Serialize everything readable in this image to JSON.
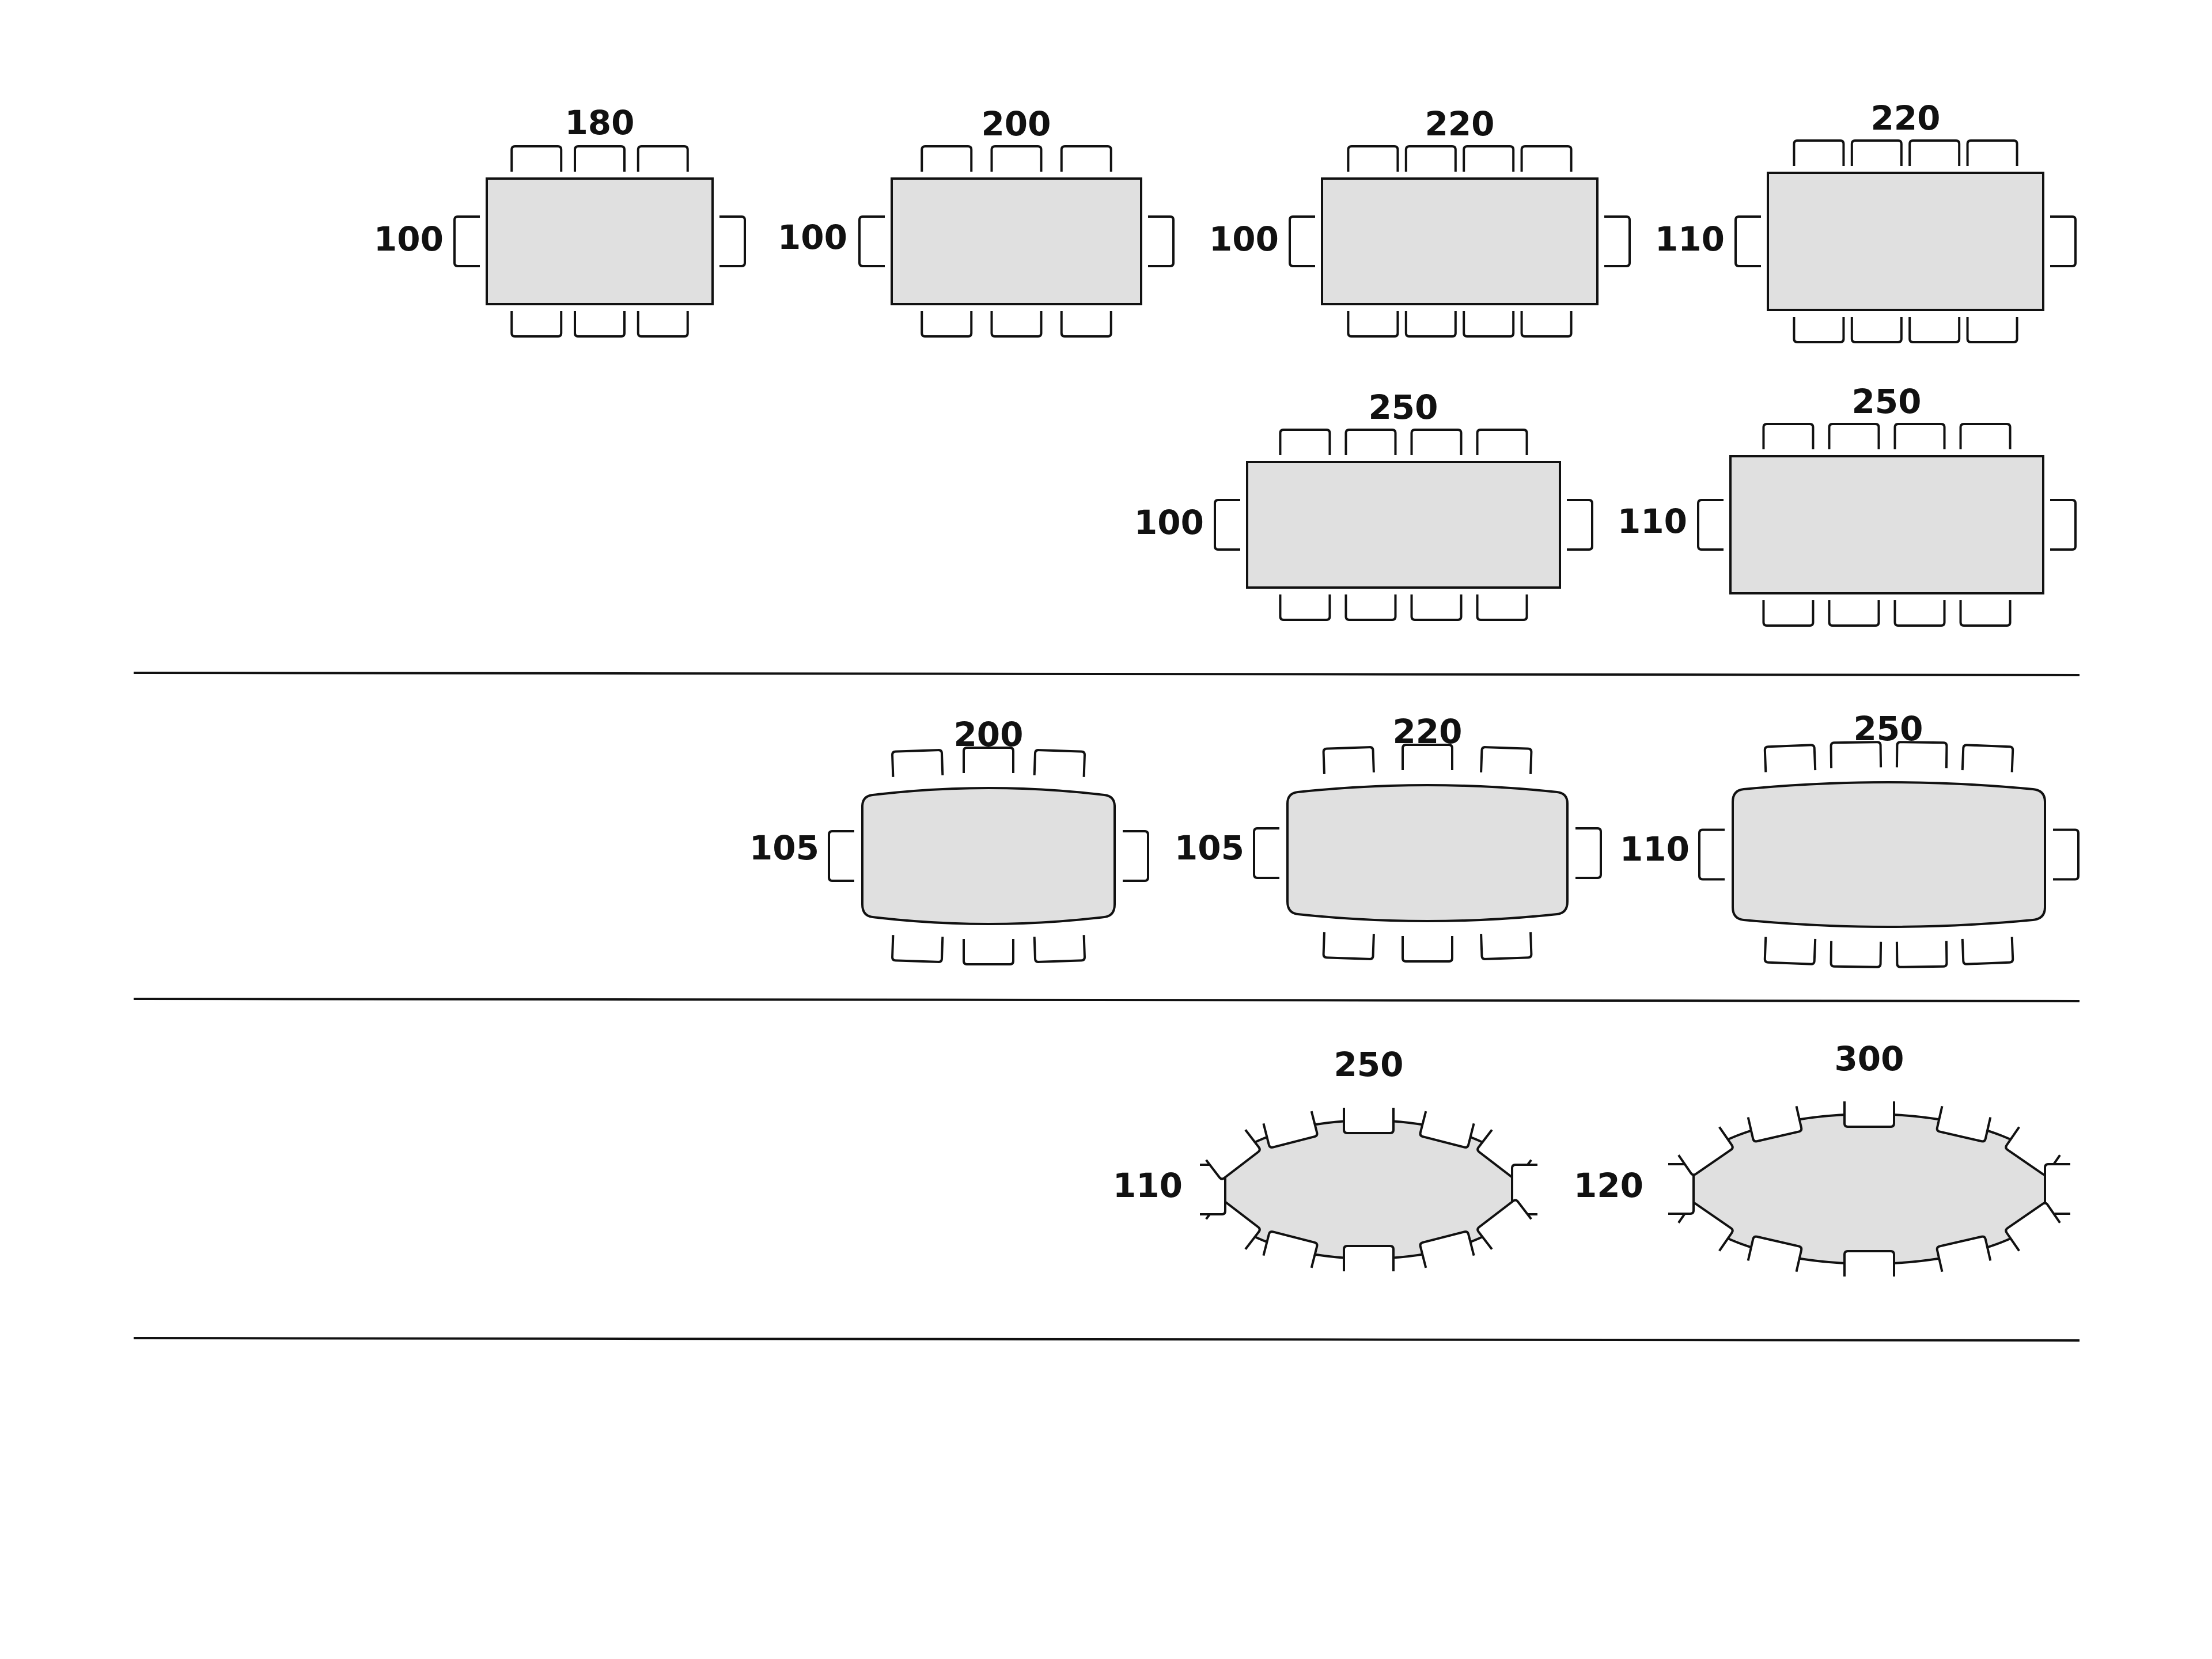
{
  "colors": {
    "tabletop": "#e0e0e0",
    "outline": "#111111",
    "background": "#ffffff"
  },
  "sections": [
    {
      "shape": "rectangular",
      "tables": [
        {
          "length": "180",
          "width": "100",
          "seats_per_side": 3
        },
        {
          "length": "200",
          "width": "100",
          "seats_per_side": 3
        },
        {
          "length": "220",
          "width": "100",
          "seats_per_side": 4
        },
        {
          "length": "220",
          "width": "110",
          "seats_per_side": 4
        },
        {
          "length": "250",
          "width": "100",
          "seats_per_side": 4
        },
        {
          "length": "250",
          "width": "110",
          "seats_per_side": 4
        }
      ]
    },
    {
      "shape": "barrel",
      "tables": [
        {
          "length": "200",
          "width": "105",
          "seats_per_side": 3
        },
        {
          "length": "220",
          "width": "105",
          "seats_per_side": 3
        },
        {
          "length": "250",
          "width": "110",
          "seats_per_side": 4
        }
      ]
    },
    {
      "shape": "oval",
      "tables": [
        {
          "length": "250",
          "width": "110",
          "seats": 12
        },
        {
          "length": "300",
          "width": "120",
          "seats": 12
        }
      ]
    }
  ]
}
